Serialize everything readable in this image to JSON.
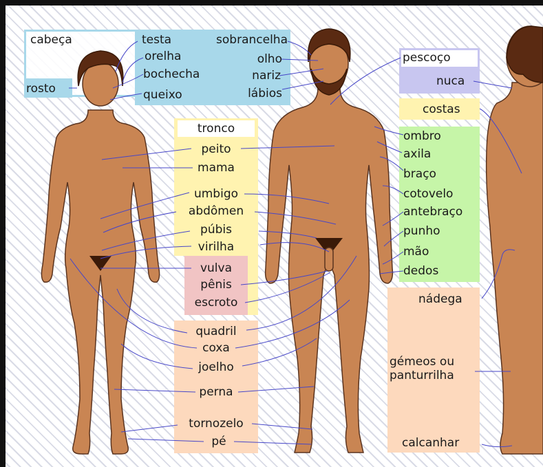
{
  "colors": {
    "head": "#a8d8ea",
    "head_border": "#a8d8ea",
    "torso": "#fff3b0",
    "genital": "#f1c4c4",
    "legs": "#fdd9bd",
    "arms": "#c6f5a8",
    "neck_back": "#c8c6f0",
    "line": "#4646c8",
    "skin": "#c98553",
    "hair": "#5a2a12"
  },
  "labels": {
    "cabeca": "cabeça",
    "rosto": "rosto",
    "testa": "testa",
    "orelha": "orelha",
    "bochecha": "bochecha",
    "queixo": "queixo",
    "sobrancelha": "sobrancelha",
    "olho": "olho",
    "nariz": "nariz",
    "labios": "lábios",
    "tronco": "tronco",
    "peito": "peito",
    "mama": "mama",
    "umbigo": "umbigo",
    "abdomen": "abdômen",
    "pubis": "púbis",
    "virilha": "virilha",
    "vulva": "vulva",
    "penis": "pênis",
    "escroto": "escroto",
    "quadril": "quadril",
    "coxa": "coxa",
    "joelho": "joelho",
    "perna": "perna",
    "tornozelo": "tornozelo",
    "pe": "pé",
    "pescoco": "pescoço",
    "nuca": "nuca",
    "costas": "costas",
    "ombro": "ombro",
    "axila": "axila",
    "braco": "braço",
    "cotovelo": "cotovelo",
    "antebraco": "antebraço",
    "punho": "punho",
    "mao": "mão",
    "dedos": "dedos",
    "nadega": "nádega",
    "gemeos_1": "gémeos ou",
    "gemeos_2": "panturrilha",
    "calcanhar": "calcanhar"
  }
}
